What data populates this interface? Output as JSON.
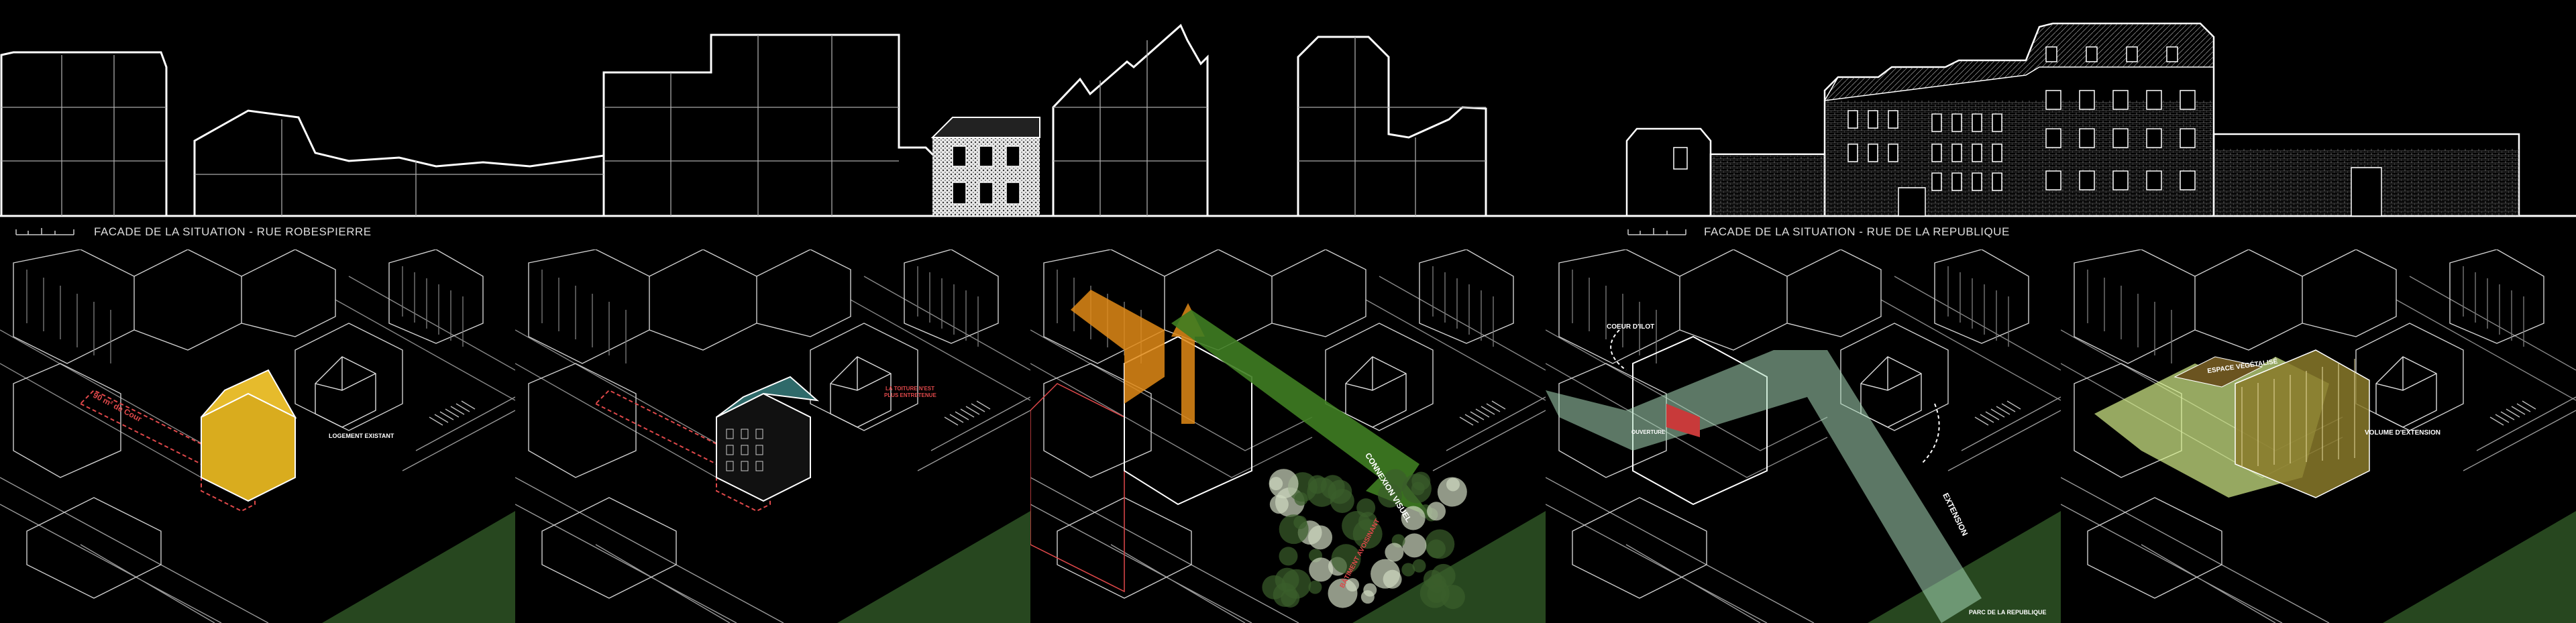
{
  "elevations": {
    "left_title": "FACADE DE LA SITUATION - RUE ROBESPIERRE",
    "right_title": "FACADE DE LA SITUATION - RUE DE LA REPUBLIQUE"
  },
  "panels": [
    {
      "name": "panel-1",
      "labels": {
        "area": "90 m² de Cour",
        "housing": "LOGEMENT EXISTANT"
      }
    },
    {
      "name": "panel-2",
      "labels": {
        "roof": "LA TOITURE N'EST",
        "roof2": "PLUS ENTRETENUE"
      }
    },
    {
      "name": "panel-3",
      "labels": {
        "connection": "CONNEXION VISUEL",
        "adjacent": "BÂTIMENT AVOISINANT"
      }
    },
    {
      "name": "panel-4",
      "labels": {
        "courtyard": "COEUR D'ILOT",
        "opening": "OUVERTURE",
        "extension": "EXTENSION",
        "park": "PARC DE LA REPUBLIQUE"
      }
    },
    {
      "name": "panel-5",
      "labels": {
        "green": "ESPACE VÉGÉTALISÉ",
        "volume": "VOLUME D'EXTENSION"
      }
    }
  ],
  "colors": {
    "background": "#000000",
    "line": "#ffffff",
    "grass": "#27471f",
    "yellow": "#d9ac1e",
    "orange": "#e08a16",
    "green_arrow": "#3f7d22",
    "mint": "#a8d8b8",
    "lime": "#d6f08a",
    "red_outline": "#e0484a"
  }
}
